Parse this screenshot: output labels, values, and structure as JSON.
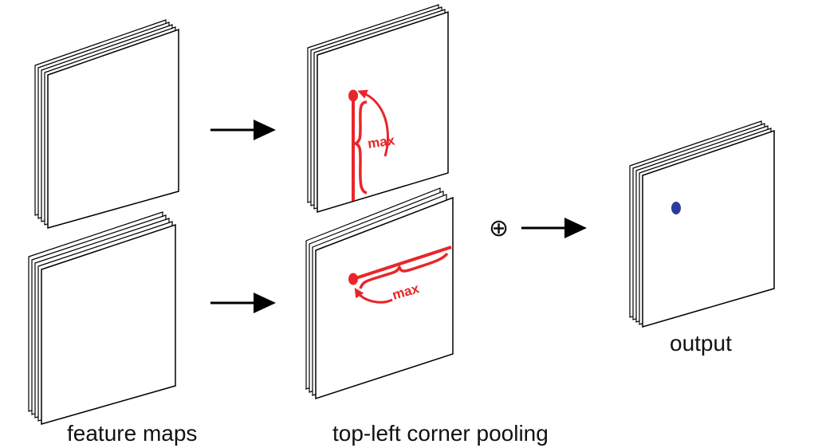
{
  "labels": {
    "feature_maps": "feature maps",
    "pooling": "top-left corner pooling",
    "output": "output",
    "max_vertical": "max",
    "max_horizontal": "max",
    "operator": "⊕"
  },
  "colors": {
    "pool_highlight": "#e8262a",
    "output_dot": "#2a3d9e",
    "arrow": "#000000",
    "sheet_stroke": "#000000",
    "sheet_fill": "#ffffff"
  },
  "icons": {
    "combine": "circled-plus-icon",
    "arrow": "right-arrow-icon"
  }
}
